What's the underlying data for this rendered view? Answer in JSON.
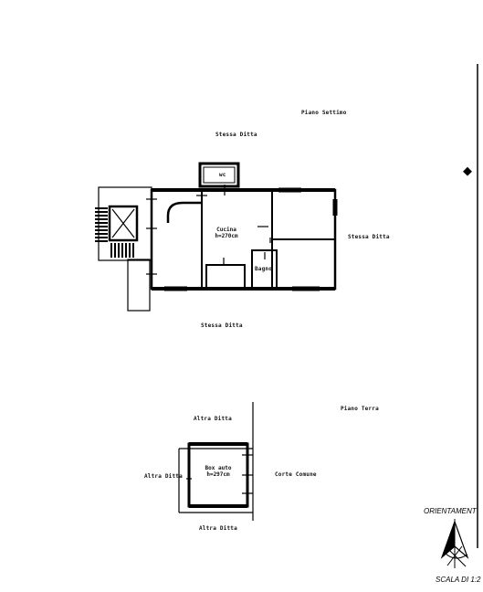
{
  "floor_upper": {
    "title": "Piano Settimo",
    "label_top": "Stessa Ditta",
    "label_right": "Stessa Ditta",
    "label_bottom": "Stessa Ditta",
    "wc": "wc",
    "kitchen_name": "Cucina",
    "kitchen_height": "h=270cm",
    "bath": "Bagno"
  },
  "floor_ground": {
    "title": "Piano Terra",
    "label_top": "Altra Ditta",
    "label_left": "Altra Ditta",
    "label_bottom": "Altra Ditta",
    "label_right": "Corte Comune",
    "garage_name": "Box auto",
    "garage_height": "h=297cm"
  },
  "legend": {
    "orientation": "ORIENTAMENT",
    "scale": "SCALA DI 1:2"
  }
}
